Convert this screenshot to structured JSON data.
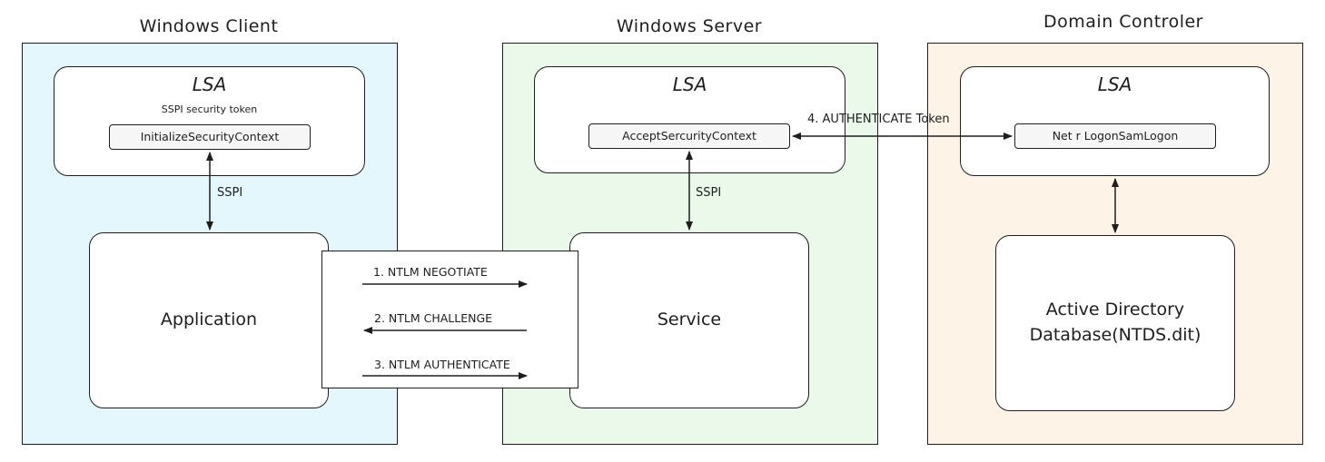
{
  "colors": {
    "client_zone": "#e3f7fc",
    "server_zone": "#eaf9ea",
    "dc_zone": "#fdf3e7",
    "stroke": "#1e1e1e"
  },
  "zones": {
    "client": {
      "title": "Windows Client"
    },
    "server": {
      "title": "Windows Server"
    },
    "dc": {
      "title": "Domain Controler"
    }
  },
  "client": {
    "lsa_title": "LSA",
    "lsa_note": "SSPI security token",
    "api": "InitializeSecurityContext",
    "app_label": "Application",
    "sspi_label": "SSPI"
  },
  "server": {
    "lsa_title": "LSA",
    "api": "AcceptSercurityContext",
    "service_label": "Service",
    "sspi_label": "SSPI"
  },
  "dc": {
    "lsa_title": "LSA",
    "api": "Net r LogonSamLogon",
    "db_line1": "Active Directory",
    "db_line2": "Database(NTDS.dit)"
  },
  "messages": {
    "m1": "1. NTLM NEGOTIATE",
    "m2": "2. NTLM CHALLENGE",
    "m3": "3. NTLM AUTHENTICATE",
    "m4": "4. AUTHENTICATE Token"
  }
}
